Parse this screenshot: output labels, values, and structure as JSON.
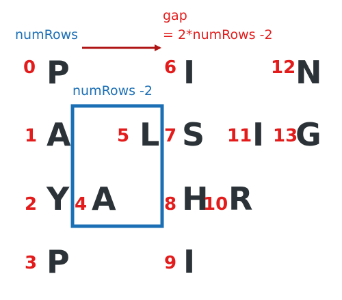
{
  "labels": {
    "num_rows": "numRows",
    "gap_title": "gap",
    "gap_formula": "= 2*numRows -2",
    "box_label": "numRows -2"
  },
  "grid": {
    "row0": {
      "i0": "0",
      "c0": "P",
      "i6": "6",
      "c6": "I",
      "i12": "12",
      "c12": "N"
    },
    "row1": {
      "i1": "1",
      "c1": "A",
      "i5": "5",
      "c5": "L",
      "i7": "7",
      "c7": "S",
      "i11": "11",
      "c11": "I",
      "i13": "13",
      "c13": "G"
    },
    "row2": {
      "i2": "2",
      "c2": "Y",
      "i4": "4",
      "c4": "A",
      "i8": "8",
      "c8": "H",
      "i10": "10",
      "c10": "R"
    },
    "row3": {
      "i3": "3",
      "c3": "P",
      "i9": "9",
      "c9": "I"
    }
  },
  "colors": {
    "blue": "#1b6fb5",
    "red": "#e31b1b",
    "dark_red": "#b01515",
    "char": "#2c3338"
  }
}
